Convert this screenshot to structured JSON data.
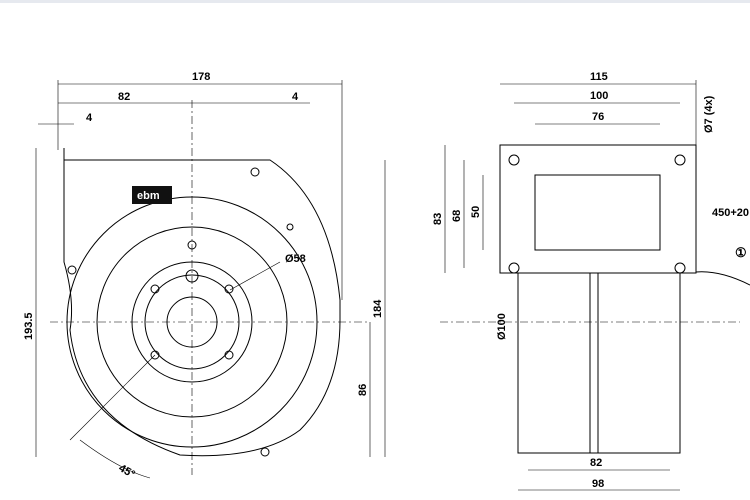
{
  "front_view": {
    "dim_width_total": "178",
    "dim_left_82": "82",
    "dim_left_4": "4",
    "dim_right_4": "4",
    "dim_height_total": "193.5",
    "dim_height_184": "184",
    "dim_height_86": "86",
    "dim_hub": "Ø58",
    "dim_angle": "45°",
    "logo": "ebm"
  },
  "side_view": {
    "dim_115": "115",
    "dim_100": "100",
    "dim_76": "76",
    "dim_83": "83",
    "dim_68": "68",
    "dim_50": "50",
    "dim_outlet": "Ø100",
    "dim_82": "82",
    "dim_98": "98",
    "dim_holes": "Ø7 (4x)",
    "dim_cable": "450+20",
    "note_marker": "①"
  }
}
